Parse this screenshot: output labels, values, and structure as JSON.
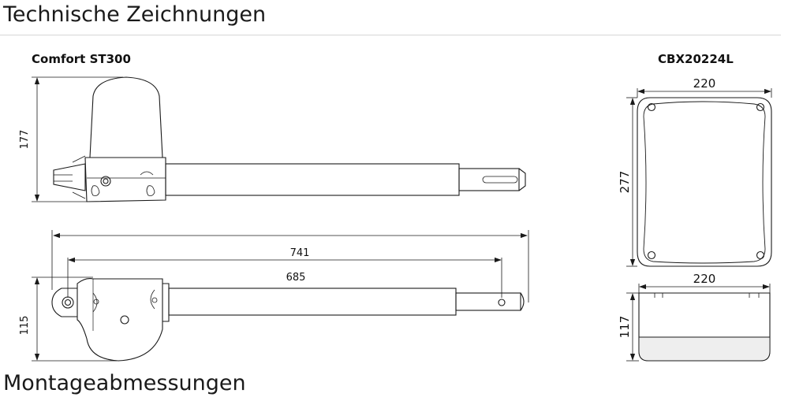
{
  "page": {
    "title": "Technische Zeichnungen",
    "next_section_title": "Montageabmessungen"
  },
  "drawings": {
    "operator": {
      "caption": "Comfort ST300",
      "dim_height": "177",
      "dim_width_total": "741",
      "dim_width_inner": "685",
      "dim_depth": "115"
    },
    "control_box": {
      "caption": "CBX20224L",
      "dim_width_top": "220",
      "dim_height": "277",
      "dim_width_side": "220",
      "dim_depth": "117"
    }
  },
  "colors": {
    "line": "#1a1a1a",
    "rule": "#d6d6d6",
    "bottom_shade": "#eeeeee"
  }
}
